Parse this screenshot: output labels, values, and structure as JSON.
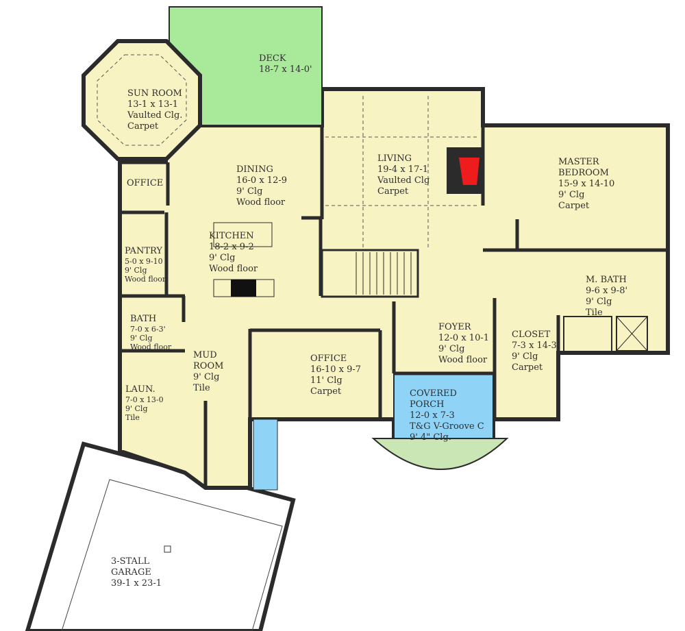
{
  "colors": {
    "wall": "#2b2b2b",
    "floor": "#f8f3c3",
    "deck": "#a9ea9a",
    "porch": "#8fd3f7",
    "fireplace": "#ee1c1c",
    "garage": "#ffffff",
    "landscape": "#c9e6b4"
  },
  "rooms": [
    {
      "id": "deck",
      "lines": [
        "DECK",
        "18-7 x 14-0'"
      ]
    },
    {
      "id": "sun-room",
      "lines": [
        "SUN ROOM",
        "13-1 x 13-1",
        "Vaulted Clg.",
        "Carpet"
      ]
    },
    {
      "id": "office-small",
      "lines": [
        "OFFICE"
      ]
    },
    {
      "id": "dining",
      "lines": [
        "DINING",
        "16-0 x 12-9",
        "9' Clg",
        "Wood floor"
      ]
    },
    {
      "id": "kitchen",
      "lines": [
        "KITCHEN",
        "18-2 x 9-2",
        "9' Clg",
        "Wood floor"
      ]
    },
    {
      "id": "pantry",
      "lines": [
        "PANTRY",
        "5-0 x 9-10",
        "9' Clg",
        "Wood floor"
      ]
    },
    {
      "id": "bath",
      "lines": [
        "BATH",
        "7-0 x 6-3'",
        "9' Clg",
        "Wood floor"
      ]
    },
    {
      "id": "mud-room",
      "lines": [
        "MUD",
        "ROOM",
        "9' Clg",
        "Tile"
      ]
    },
    {
      "id": "laundry",
      "lines": [
        "LAUN.",
        "7-0 x 13-0",
        "9' Clg",
        "Tile"
      ]
    },
    {
      "id": "living",
      "lines": [
        "LIVING",
        "19-4 x 17-1",
        "Vaulted Clg",
        "Carpet"
      ]
    },
    {
      "id": "master-bedroom",
      "lines": [
        "MASTER",
        "BEDROOM",
        "15-9 x 14-10",
        "9' Clg",
        "Carpet"
      ]
    },
    {
      "id": "master-bath",
      "lines": [
        "M. BATH",
        "9-6 x 9-8'",
        "9' Clg",
        "Tile"
      ]
    },
    {
      "id": "foyer",
      "lines": [
        "FOYER",
        "12-0 x 10-1",
        "9' Clg",
        "Wood floor"
      ]
    },
    {
      "id": "closet",
      "lines": [
        "CLOSET",
        "7-3 x 14-3'",
        "9' Clg",
        "Carpet"
      ]
    },
    {
      "id": "office",
      "lines": [
        "OFFICE",
        "16-10 x 9-7",
        "11' Clg",
        "Carpet"
      ]
    },
    {
      "id": "covered-porch",
      "lines": [
        "COVERED",
        "PORCH",
        "12-0 x 7-3",
        "T&G V-Groove C",
        "9' 4\" Clg."
      ]
    },
    {
      "id": "garage",
      "lines": [
        "3-STALL",
        "GARAGE",
        "39-1 x 23-1"
      ]
    }
  ]
}
